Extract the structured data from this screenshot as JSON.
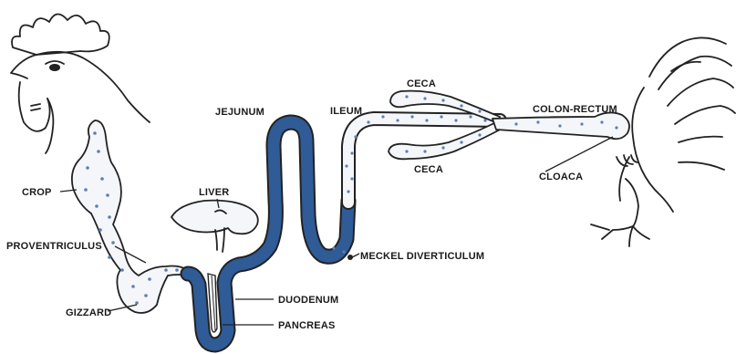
{
  "colors": {
    "ink": "#222222",
    "intestine_blue": "#2f5b97",
    "dot_blue": "#5e7fae",
    "background": "#ffffff"
  },
  "labels": {
    "jejunum": "JEJUNUM",
    "ileum": "ILEUM",
    "ceca_top": "CECA",
    "ceca_bottom": "CECA",
    "colon_rectum": "COLON-RECTUM",
    "cloaca": "CLOACA",
    "crop": "CROP",
    "liver": "LIVER",
    "proventriculus": "PROVENTRICULUS",
    "meckel": "MECKEL DIVERTICULUM",
    "duodenum": "DUODENUM",
    "gizzard": "GIZZARD",
    "pancreas": "PANCREAS"
  }
}
